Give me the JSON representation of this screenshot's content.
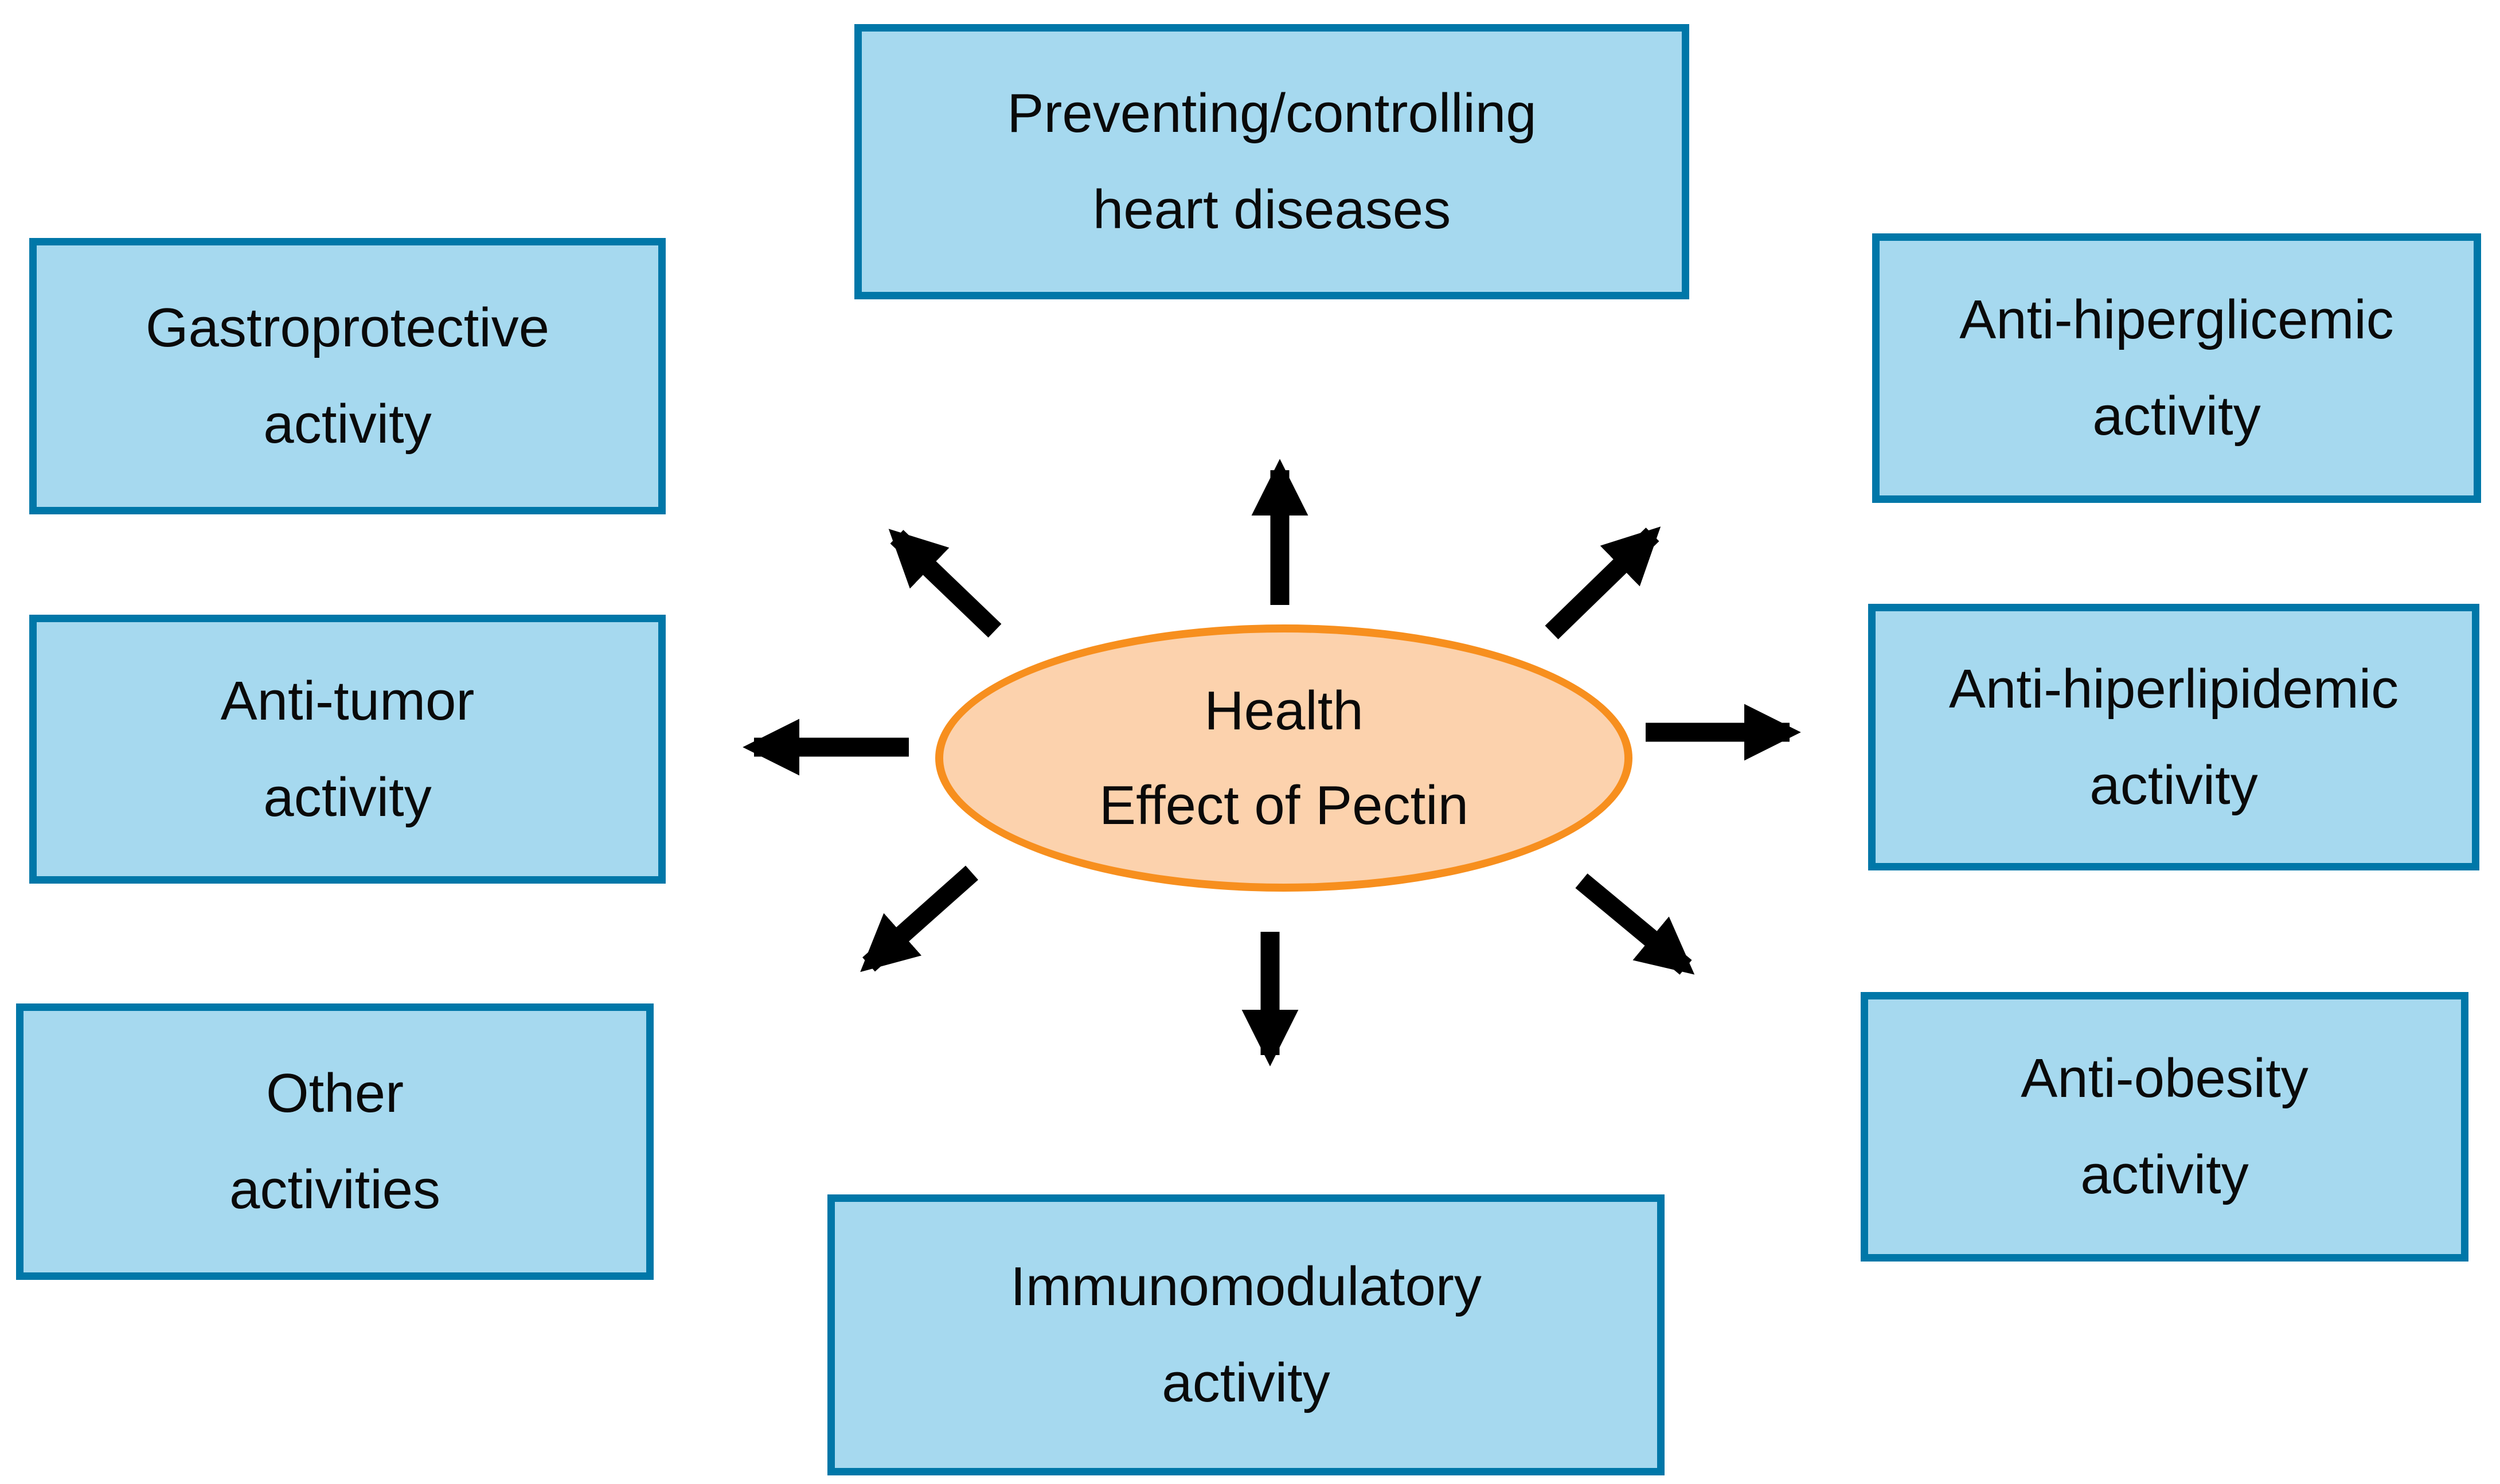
{
  "diagram": {
    "center": {
      "line1": "Health",
      "line2": "Effect of Pectin"
    },
    "nodes": [
      {
        "id": "heart-diseases",
        "line1": "Preventing/controlling",
        "line2": "heart diseases"
      },
      {
        "id": "gastroprotective",
        "line1": "Gastroprotective",
        "line2": "activity"
      },
      {
        "id": "anti-tumor",
        "line1": "Anti-tumor",
        "line2": "activity"
      },
      {
        "id": "other-activities",
        "line1": "Other",
        "line2": "activities"
      },
      {
        "id": "immunomodulatory",
        "line1": "Immunomodulatory",
        "line2": "activity"
      },
      {
        "id": "anti-hiperglicemic",
        "line1": "Anti-hiperglicemic",
        "line2": "activity"
      },
      {
        "id": "anti-hiperlipidemic",
        "line1": "Anti-hiperlipidemic",
        "line2": "activity"
      },
      {
        "id": "anti-obesity",
        "line1": "Anti-obesity",
        "line2": "activity"
      }
    ],
    "arrow_directions": [
      "up",
      "upper-left",
      "upper-right",
      "left",
      "right",
      "lower-left",
      "lower-right",
      "down"
    ],
    "colors": {
      "box_fill": "#A6D9EF",
      "box_border": "#0077A8",
      "ellipse_fill": "#FCD2AD",
      "ellipse_border": "#F78F1E",
      "arrow": "#000000",
      "text": "#0a0a0a",
      "background": "#ffffff"
    }
  }
}
